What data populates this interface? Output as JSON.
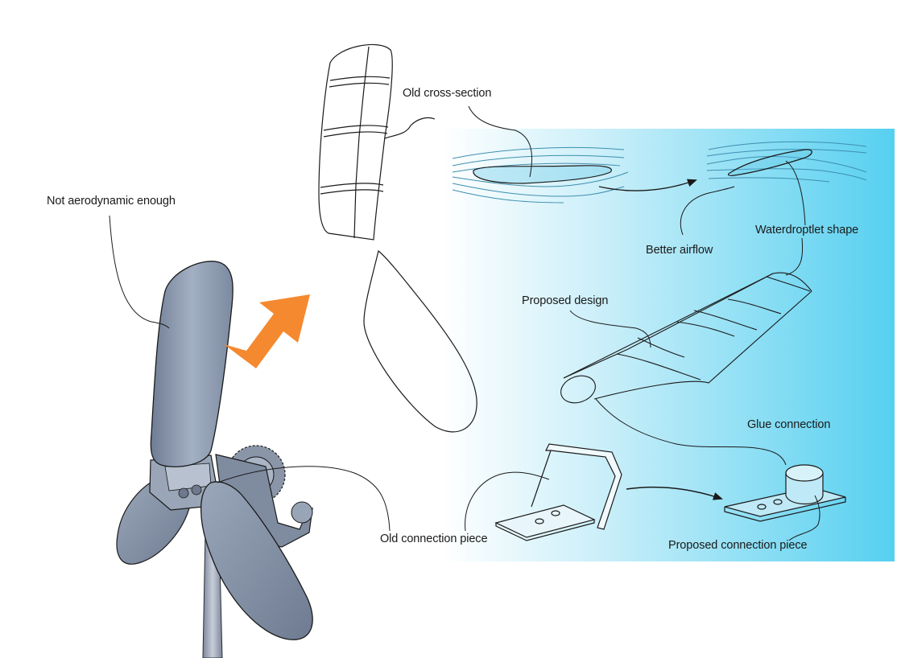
{
  "labels": {
    "not_aerodynamic": "Not aerodynamic enough",
    "old_cross_section": "Old cross-section",
    "better_airflow": "Better airflow",
    "waterdroplet_shape": "Waterdroptlet shape",
    "proposed_design": "Proposed design",
    "glue_connection": "Glue connection",
    "old_connection_piece": "Old connection piece",
    "proposed_connection_piece": "Proposed connection piece"
  },
  "colors": {
    "panel_light": "#ffffff",
    "panel_dark": "#56d0f0",
    "arrow_orange": "#f5892f",
    "blade_grey": "#8896ab",
    "flow_lines": "#3d8fb0",
    "ink": "#1a1a1a"
  },
  "icons": [
    "orange-arrow-icon",
    "flow-arrow-icon"
  ]
}
